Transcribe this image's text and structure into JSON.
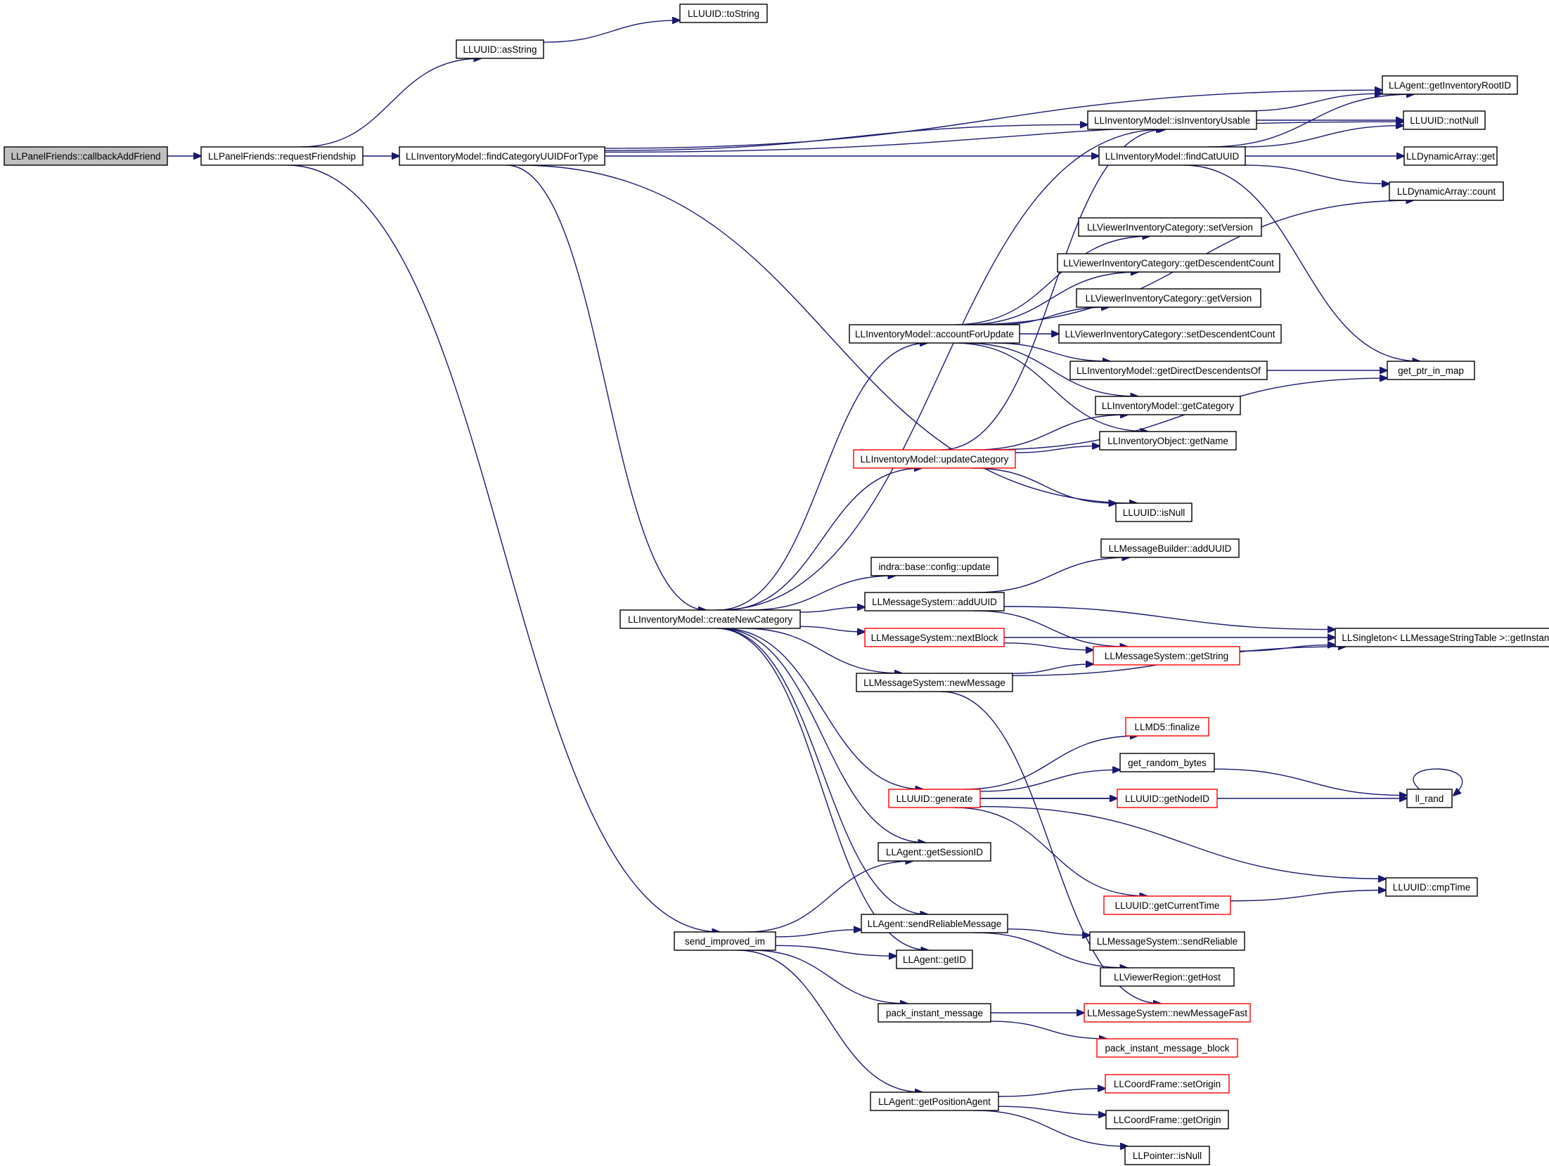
{
  "graph": {
    "nodes": [
      {
        "id": "callbackAddFriend",
        "label": "LLPanelFriends::callbackAddFriend",
        "style": "root"
      },
      {
        "id": "requestFriendship",
        "label": "LLPanelFriends::requestFriendship",
        "style": "normal"
      },
      {
        "id": "asString",
        "label": "LLUUID::asString",
        "style": "normal"
      },
      {
        "id": "toString",
        "label": "LLUUID::toString",
        "style": "normal"
      },
      {
        "id": "findCategoryUUIDForType",
        "label": "LLInventoryModel::findCategoryUUIDForType",
        "style": "normal"
      },
      {
        "id": "getInventoryRootID",
        "label": "LLAgent::getInventoryRootID",
        "style": "normal"
      },
      {
        "id": "isInventoryUsable",
        "label": "LLInventoryModel::isInventoryUsable",
        "style": "normal"
      },
      {
        "id": "notNull",
        "label": "LLUUID::notNull",
        "style": "normal"
      },
      {
        "id": "findCatUUID",
        "label": "LLInventoryModel::findCatUUID",
        "style": "normal"
      },
      {
        "id": "dynGet",
        "label": "LLDynamicArray::get",
        "style": "normal"
      },
      {
        "id": "dynCount",
        "label": "LLDynamicArray::count",
        "style": "normal"
      },
      {
        "id": "setVersion",
        "label": "LLViewerInventoryCategory::setVersion",
        "style": "normal"
      },
      {
        "id": "getDescendentCount",
        "label": "LLViewerInventoryCategory::getDescendentCount",
        "style": "normal"
      },
      {
        "id": "getVersion",
        "label": "LLViewerInventoryCategory::getVersion",
        "style": "normal"
      },
      {
        "id": "accountForUpdate",
        "label": "LLInventoryModel::accountForUpdate",
        "style": "normal"
      },
      {
        "id": "setDescendentCount",
        "label": "LLViewerInventoryCategory::setDescendentCount",
        "style": "normal"
      },
      {
        "id": "getDirectDescendentsOf",
        "label": "LLInventoryModel::getDirectDescendentsOf",
        "style": "normal"
      },
      {
        "id": "getPtrInMap",
        "label": "get_ptr_in_map",
        "style": "normal"
      },
      {
        "id": "getCategory",
        "label": "LLInventoryModel::getCategory",
        "style": "normal"
      },
      {
        "id": "getName",
        "label": "LLInventoryObject::getName",
        "style": "normal"
      },
      {
        "id": "updateCategory",
        "label": "LLInventoryModel::updateCategory",
        "style": "red"
      },
      {
        "id": "isNull",
        "label": "LLUUID::isNull",
        "style": "normal"
      },
      {
        "id": "addUUIDBuilder",
        "label": "LLMessageBuilder::addUUID",
        "style": "normal"
      },
      {
        "id": "configUpdate",
        "label": "indra::base::config::update",
        "style": "normal"
      },
      {
        "id": "addUUIDSystem",
        "label": "LLMessageSystem::addUUID",
        "style": "normal"
      },
      {
        "id": "createNewCategory",
        "label": "LLInventoryModel::createNewCategory",
        "style": "normal"
      },
      {
        "id": "nextBlock",
        "label": "LLMessageSystem::nextBlock",
        "style": "red"
      },
      {
        "id": "getString",
        "label": "LLMessageSystem::getString",
        "style": "red"
      },
      {
        "id": "getInstance",
        "label": "LLSingleton< LLMessageStringTable >::getInstance",
        "style": "normal"
      },
      {
        "id": "newMessage",
        "label": "LLMessageSystem::newMessage",
        "style": "normal"
      },
      {
        "id": "finalize",
        "label": "LLMD5::finalize",
        "style": "red"
      },
      {
        "id": "getRandomBytes",
        "label": "get_random_bytes",
        "style": "normal"
      },
      {
        "id": "llRand",
        "label": "ll_rand",
        "style": "normal"
      },
      {
        "id": "generate",
        "label": "LLUUID::generate",
        "style": "red"
      },
      {
        "id": "getNodeID",
        "label": "LLUUID::getNodeID",
        "style": "red"
      },
      {
        "id": "getSessionID",
        "label": "LLAgent::getSessionID",
        "style": "normal"
      },
      {
        "id": "cmpTime",
        "label": "LLUUID::cmpTime",
        "style": "normal"
      },
      {
        "id": "getCurrentTime",
        "label": "LLUUID::getCurrentTime",
        "style": "red"
      },
      {
        "id": "sendReliableMessage",
        "label": "LLAgent::sendReliableMessage",
        "style": "normal"
      },
      {
        "id": "sendImprovedIm",
        "label": "send_improved_im",
        "style": "normal"
      },
      {
        "id": "sendReliable",
        "label": "LLMessageSystem::sendReliable",
        "style": "normal"
      },
      {
        "id": "getID",
        "label": "LLAgent::getID",
        "style": "normal"
      },
      {
        "id": "getHost",
        "label": "LLViewerRegion::getHost",
        "style": "normal"
      },
      {
        "id": "packInstantMessage",
        "label": "pack_instant_message",
        "style": "normal"
      },
      {
        "id": "newMessageFast",
        "label": "LLMessageSystem::newMessageFast",
        "style": "red"
      },
      {
        "id": "packInstantMessageBlock",
        "label": "pack_instant_message_block",
        "style": "red"
      },
      {
        "id": "setOrigin",
        "label": "LLCoordFrame::setOrigin",
        "style": "red"
      },
      {
        "id": "getPositionAgent",
        "label": "LLAgent::getPositionAgent",
        "style": "normal"
      },
      {
        "id": "getOrigin",
        "label": "LLCoordFrame::getOrigin",
        "style": "normal"
      },
      {
        "id": "pointerIsNull",
        "label": "LLPointer::isNull",
        "style": "normal"
      }
    ],
    "edges": [
      [
        "callbackAddFriend",
        "requestFriendship"
      ],
      [
        "requestFriendship",
        "asString"
      ],
      [
        "requestFriendship",
        "findCategoryUUIDForType"
      ],
      [
        "requestFriendship",
        "sendImprovedIm"
      ],
      [
        "asString",
        "toString"
      ],
      [
        "findCategoryUUIDForType",
        "getInventoryRootID"
      ],
      [
        "findCategoryUUIDForType",
        "isInventoryUsable"
      ],
      [
        "findCategoryUUIDForType",
        "notNull"
      ],
      [
        "findCategoryUUIDForType",
        "findCatUUID"
      ],
      [
        "findCategoryUUIDForType",
        "isNull"
      ],
      [
        "findCategoryUUIDForType",
        "createNewCategory"
      ],
      [
        "isInventoryUsable",
        "getInventoryRootID"
      ],
      [
        "isInventoryUsable",
        "notNull"
      ],
      [
        "findCatUUID",
        "getInventoryRootID"
      ],
      [
        "findCatUUID",
        "notNull"
      ],
      [
        "findCatUUID",
        "dynGet"
      ],
      [
        "findCatUUID",
        "dynCount"
      ],
      [
        "findCatUUID",
        "getPtrInMap"
      ],
      [
        "accountForUpdate",
        "dynCount"
      ],
      [
        "accountForUpdate",
        "setVersion"
      ],
      [
        "accountForUpdate",
        "getDescendentCount"
      ],
      [
        "accountForUpdate",
        "getVersion"
      ],
      [
        "accountForUpdate",
        "setDescendentCount"
      ],
      [
        "accountForUpdate",
        "getDirectDescendentsOf"
      ],
      [
        "accountForUpdate",
        "getCategory"
      ],
      [
        "accountForUpdate",
        "getName"
      ],
      [
        "getDirectDescendentsOf",
        "getPtrInMap"
      ],
      [
        "updateCategory",
        "isInventoryUsable"
      ],
      [
        "updateCategory",
        "getCategory"
      ],
      [
        "updateCategory",
        "getName"
      ],
      [
        "updateCategory",
        "getPtrInMap"
      ],
      [
        "updateCategory",
        "isNull"
      ],
      [
        "createNewCategory",
        "isInventoryUsable"
      ],
      [
        "createNewCategory",
        "accountForUpdate"
      ],
      [
        "createNewCategory",
        "updateCategory"
      ],
      [
        "createNewCategory",
        "configUpdate"
      ],
      [
        "createNewCategory",
        "addUUIDSystem"
      ],
      [
        "createNewCategory",
        "nextBlock"
      ],
      [
        "createNewCategory",
        "newMessage"
      ],
      [
        "createNewCategory",
        "generate"
      ],
      [
        "createNewCategory",
        "getSessionID"
      ],
      [
        "createNewCategory",
        "sendReliableMessage"
      ],
      [
        "createNewCategory",
        "getID"
      ],
      [
        "addUUIDSystem",
        "addUUIDBuilder"
      ],
      [
        "addUUIDSystem",
        "getString"
      ],
      [
        "addUUIDSystem",
        "getInstance"
      ],
      [
        "nextBlock",
        "getString"
      ],
      [
        "nextBlock",
        "getInstance"
      ],
      [
        "getString",
        "getInstance"
      ],
      [
        "newMessage",
        "getString"
      ],
      [
        "newMessage",
        "getInstance"
      ],
      [
        "newMessage",
        "newMessageFast"
      ],
      [
        "generate",
        "finalize"
      ],
      [
        "generate",
        "getRandomBytes"
      ],
      [
        "generate",
        "getNodeID"
      ],
      [
        "generate",
        "llRand"
      ],
      [
        "generate",
        "cmpTime"
      ],
      [
        "generate",
        "getCurrentTime"
      ],
      [
        "getRandomBytes",
        "llRand"
      ],
      [
        "llRand",
        "llRand"
      ],
      [
        "getCurrentTime",
        "cmpTime"
      ],
      [
        "sendImprovedIm",
        "getSessionID"
      ],
      [
        "sendImprovedIm",
        "sendReliableMessage"
      ],
      [
        "sendImprovedIm",
        "getID"
      ],
      [
        "sendImprovedIm",
        "packInstantMessage"
      ],
      [
        "sendImprovedIm",
        "getPositionAgent"
      ],
      [
        "sendReliableMessage",
        "sendReliable"
      ],
      [
        "sendReliableMessage",
        "getHost"
      ],
      [
        "packInstantMessage",
        "newMessageFast"
      ],
      [
        "packInstantMessage",
        "packInstantMessageBlock"
      ],
      [
        "getPositionAgent",
        "setOrigin"
      ],
      [
        "getPositionAgent",
        "getOrigin"
      ],
      [
        "getPositionAgent",
        "pointerIsNull"
      ]
    ]
  }
}
